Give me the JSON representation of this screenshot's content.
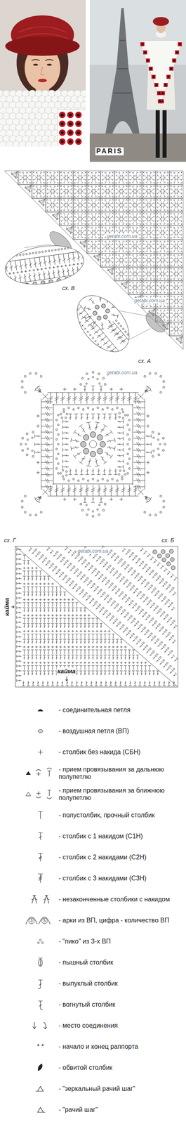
{
  "diagram": {
    "labels": [
      "PARIS",
      "getabi.com.ua",
      "сх. В",
      "getabi.com.ua",
      "сх. А",
      "getabi.com.ua",
      "сх. Г",
      "сх. Б",
      "getabi.com.ua",
      "кайма",
      "кайма",
      "3",
      "5",
      "* *"
    ],
    "legend": [
      {
        "text": "- соединительная петля"
      },
      {
        "text": "- воздушная петля (ВП)"
      },
      {
        "text": "- столбик без накида (СБН)"
      },
      {
        "text": "- прием провязывания за дальнюю полупетлю"
      },
      {
        "text": "- прием провязывания за ближнюю полупетлю"
      },
      {
        "text": "- полустолбик, прочный столбик"
      },
      {
        "text": "- столбик с 1 накидом (С1Н)"
      },
      {
        "text": "- столбик с 2 накидами (С2Н)"
      },
      {
        "text": "- столбик с 3 накидами (С3Н)"
      },
      {
        "text": "- незаконченные столбики с накидом"
      },
      {
        "text": "- арки из ВП, цифра - количество ВП"
      },
      {
        "text": "- \"пико\" из 3-х ВП"
      },
      {
        "text": "- пышный столбик"
      },
      {
        "text": "- выпуклый столбик"
      },
      {
        "text": "- вогнутый столбик"
      },
      {
        "text": "- место соединения"
      },
      {
        "text": "- начало и конец раппорта"
      },
      {
        "text": "- обвитой столбик"
      },
      {
        "text": "- \"зеркальный рачий шаг\""
      },
      {
        "text": "- \"рачий шаг\""
      }
    ]
  }
}
